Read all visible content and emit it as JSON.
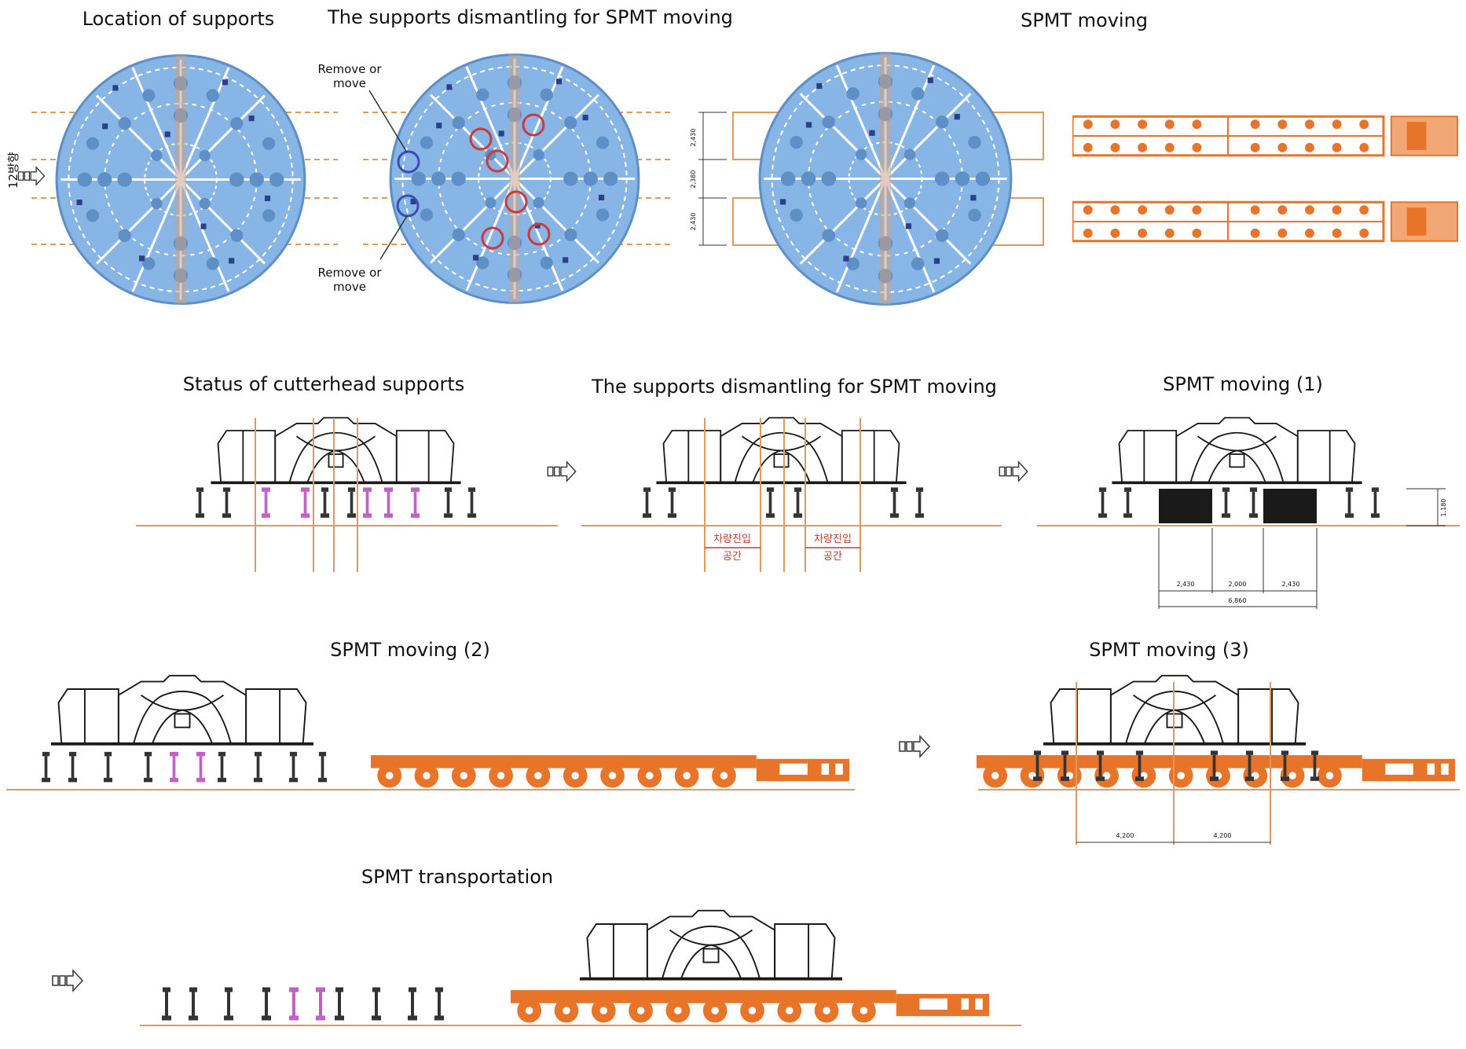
{
  "titles": {
    "location_of_supports": "Location of supports",
    "dismantling_top": "The supports dismantling for SPMT moving",
    "spmt_moving_top": "SPMT moving",
    "status_cutterhead": "Status of cutterhead supports",
    "dismantling_mid": "The supports dismantling for SPMT moving",
    "spmt_moving_1": "SPMT moving (1)",
    "spmt_moving_2": "SPMT moving (2)",
    "spmt_moving_3": "SPMT moving (3)",
    "spmt_transportation": "SPMT transportation"
  },
  "annotations": {
    "remove_or_move_upper": [
      "Remove or",
      "move"
    ],
    "remove_or_move_lower": [
      "Remove or",
      "move"
    ],
    "vehicle_entry_space": [
      "차량진입",
      "공간"
    ],
    "side_label": "12방향"
  },
  "dimensions": {
    "top_plan": [
      "2,430",
      "2,380",
      "2,430"
    ],
    "moving_1": [
      "2,430",
      "2,000",
      "2,430",
      "6,860",
      "1,180"
    ],
    "moving_3": [
      "4,200",
      "4,200"
    ]
  },
  "colors": {
    "cutterhead": "#87b5e5",
    "cutterhead_dark": "#5f8fc7",
    "spmt": "#e8742a",
    "guide_line": "#e09a5c",
    "support_highlight": "#c060c8",
    "circle_red": "#d0393b",
    "circle_blue": "#3a4fb0",
    "machine_line": "#1a1a1a"
  },
  "icons": [
    "arrow-right-icon"
  ]
}
